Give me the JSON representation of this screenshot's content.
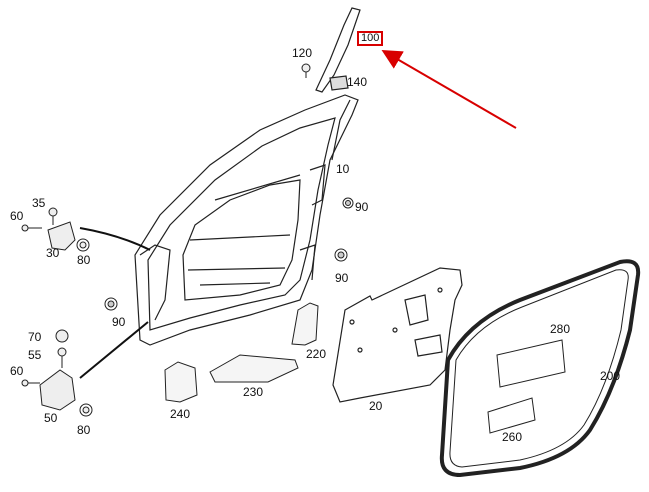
{
  "labels": {
    "p10": "10",
    "p20": "20",
    "p30": "30",
    "p35": "35",
    "p50": "50",
    "p55": "55",
    "p60a": "60",
    "p60b": "60",
    "p70": "70",
    "p80a": "80",
    "p80b": "80",
    "p90a": "90",
    "p90b": "90",
    "p90c": "90",
    "p100": "100",
    "p120": "120",
    "p140": "140",
    "p200": "200",
    "p220": "220",
    "p230": "230",
    "p240": "240",
    "p260": "260",
    "p280": "280"
  },
  "colors": {
    "line": "#222222",
    "highlight": "#d80000"
  }
}
